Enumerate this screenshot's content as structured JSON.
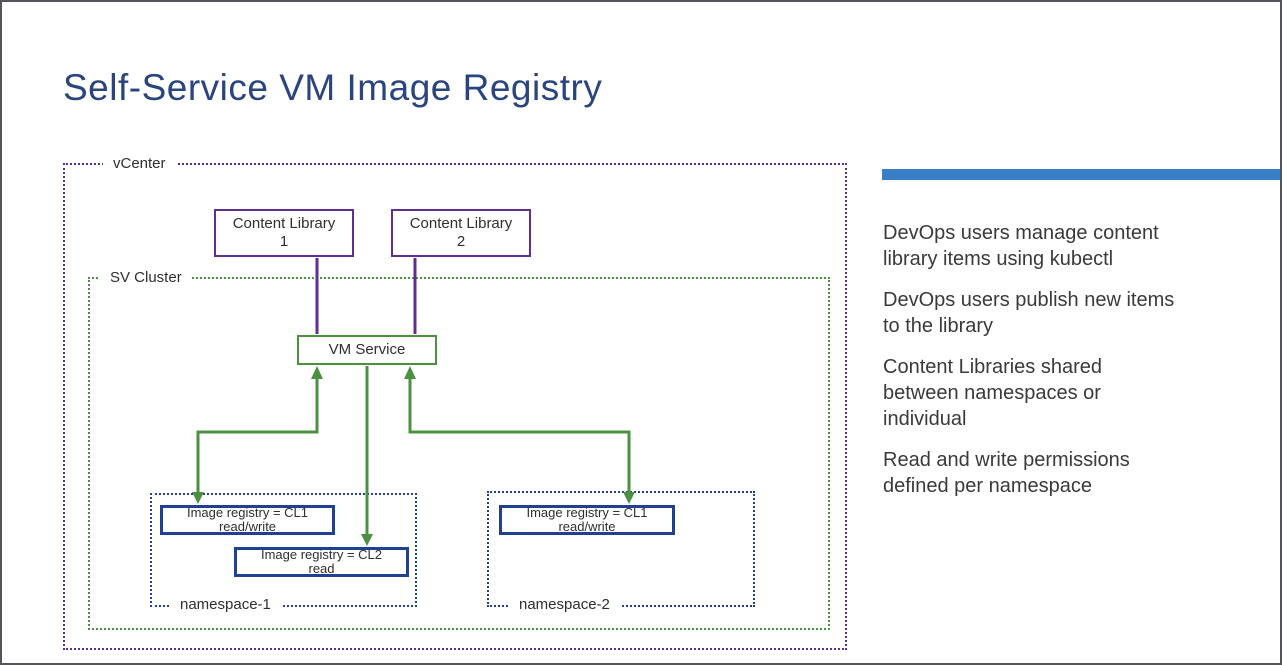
{
  "slide": {
    "title": "Self-Service VM Image Registry"
  },
  "diagram": {
    "vcenter_label": "vCenter",
    "sv_cluster_label": "SV Cluster",
    "content_library_1": {
      "line1": "Content Library",
      "line2": "1"
    },
    "content_library_2": {
      "line1": "Content Library",
      "line2": "2"
    },
    "vm_service_label": "VM Service",
    "namespace_1": {
      "label": "namespace-1",
      "registry_cl1": {
        "line1": "Image registry = CL1",
        "line2": "read/write"
      },
      "registry_cl2": {
        "line1": "Image registry = CL2",
        "line2": "read"
      }
    },
    "namespace_2": {
      "label": "namespace-2",
      "registry_cl1": {
        "line1": "Image registry = CL1",
        "line2": "read/write"
      }
    }
  },
  "notes": {
    "items": [
      "DevOps users manage content\nlibrary items using kubectl",
      "DevOps users publish new items\nto the library",
      "Content Libraries shared\nbetween namespaces or\nindividual",
      "Read and write permissions\ndefined per namespace"
    ]
  },
  "colors": {
    "purple": "#5e2f91",
    "green": "#4c9141",
    "navy": "#1f4191",
    "title_blue": "#2a4480",
    "accent_bar": "#3a7ec5",
    "text_dark": "#3a3a3a",
    "edge": "#54555a"
  }
}
